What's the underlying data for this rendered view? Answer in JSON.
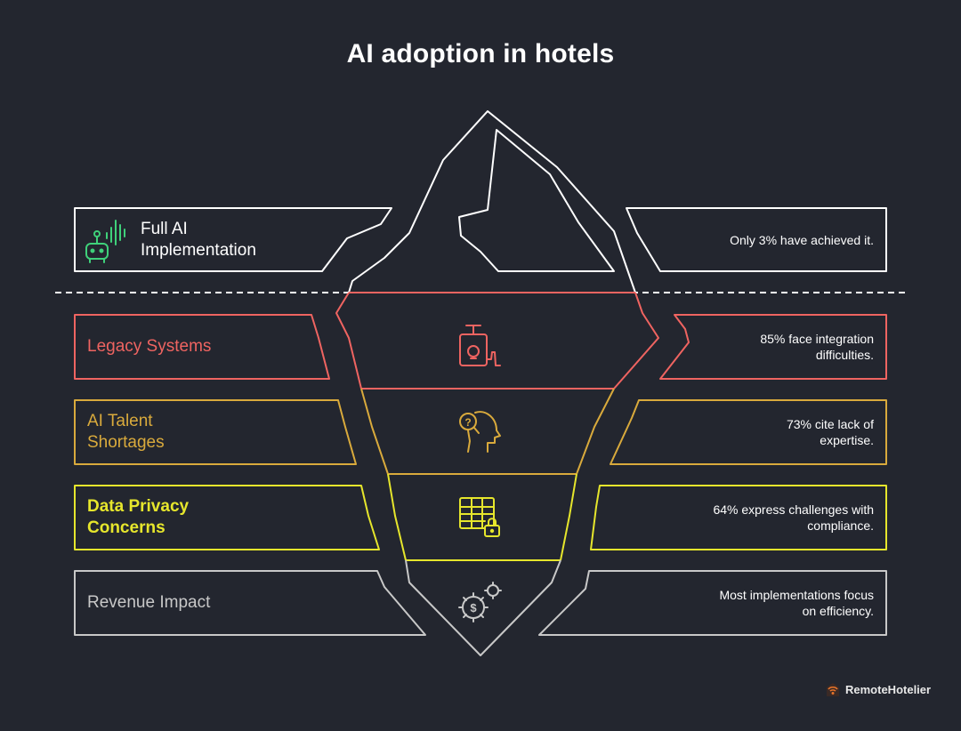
{
  "title": "AI adoption in hotels",
  "colors": {
    "background": "#23262f",
    "tip": "#ffffff",
    "legacy": "#ef6461",
    "talent": "#d9aa3c",
    "privacy": "#e6e62c",
    "revenue": "#c8c8c8"
  },
  "levels": [
    {
      "label": "Full AI Implementation",
      "stat": "Only 3% have achieved it.",
      "icon": "ai-robot-icon"
    },
    {
      "label": "Legacy Systems",
      "stat": "85% face integration difficulties.",
      "icon": "legacy-device-icon"
    },
    {
      "label": "AI Talent Shortages",
      "stat": "73% cite lack of expertise.",
      "icon": "question-head-icon"
    },
    {
      "label": "Data Privacy Concerns",
      "stat": "64% express challenges with compliance.",
      "icon": "locked-table-icon"
    },
    {
      "label": "Revenue Impact",
      "stat": "Most implementations focus on efficiency.",
      "icon": "dollar-gears-icon"
    }
  ],
  "brand": {
    "name": "RemoteHotelier",
    "icon": "hotel-logo-icon"
  }
}
